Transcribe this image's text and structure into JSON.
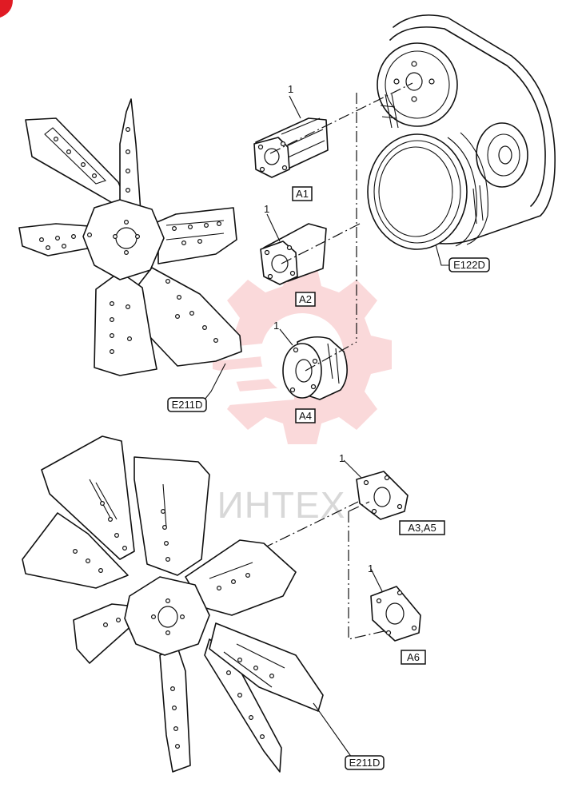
{
  "brand": {
    "watermark_text": "ИНТЕХ",
    "watermark_color": "#e8343a",
    "corner_mark_color": "#e01b24"
  },
  "callouts": [
    {
      "id": "a1",
      "part_no": "1",
      "label": "A1"
    },
    {
      "id": "a2",
      "part_no": "1",
      "label": "A2"
    },
    {
      "id": "a4",
      "part_no": "1",
      "label": "A4"
    },
    {
      "id": "a35",
      "part_no": "1",
      "label": "A3,A5"
    },
    {
      "id": "a6",
      "part_no": "1",
      "label": "A6"
    }
  ],
  "references": {
    "belt_drive": "E122D",
    "fan_upper": "E211D",
    "fan_lower": "E211D"
  }
}
